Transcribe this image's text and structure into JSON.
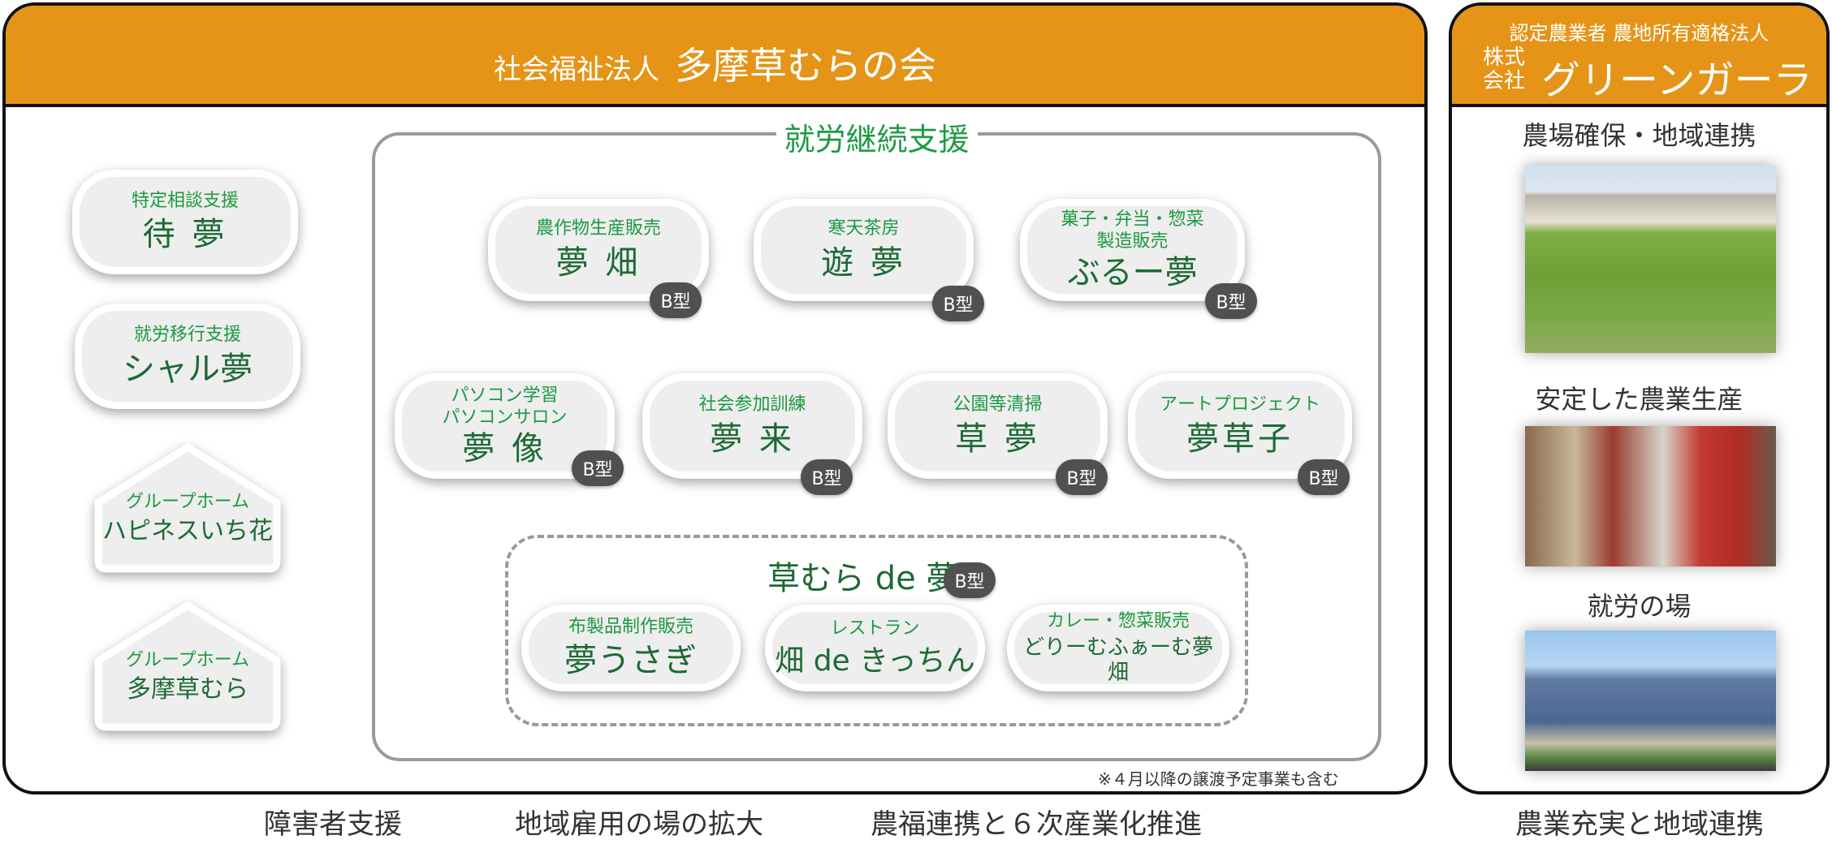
{
  "main_org": {
    "prefix": "社会福祉法人",
    "name": "多摩草むらの会"
  },
  "partner_org": {
    "line1": "認定農業者 農地所有適格法人",
    "prefix_top": "株式",
    "prefix_bottom": "会社",
    "name": "グリーンガーラ"
  },
  "left_services": [
    {
      "label": "特定相談支援",
      "name": "待 夢"
    },
    {
      "label": "就労移行支援",
      "name": "シャル夢"
    },
    {
      "label": "グループホーム",
      "name": "ハピネスいち花"
    },
    {
      "label": "グループホーム",
      "name": "多摩草むら"
    }
  ],
  "continuous_support": {
    "title": "就労継続支援",
    "badge": "B型",
    "row1": [
      {
        "label": "農作物生産販売",
        "name": "夢 畑"
      },
      {
        "label": "寒天茶房",
        "name": "遊 夢"
      },
      {
        "label": "菓子・弁当・惣菜\n製造販売",
        "label1": "菓子・弁当・惣菜",
        "label2": "製造販売",
        "name": "ぶるー夢"
      }
    ],
    "row2": [
      {
        "label1": "パソコン学習",
        "label2": "パソコンサロン",
        "name": "夢 像"
      },
      {
        "label": "社会参加訓練",
        "name": "夢 来"
      },
      {
        "label": "公園等清掃",
        "name": "草 夢"
      },
      {
        "label": "アートプロジェクト",
        "name": "夢草子"
      }
    ],
    "group": {
      "title": "草むら de 夢",
      "items": [
        {
          "label": "布製品制作販売",
          "name": "夢うさぎ"
        },
        {
          "label": "レストラン",
          "name": "畑 de きっちん"
        },
        {
          "label": "カレー・惣菜販売",
          "name": "どりーむふぁーむ夢畑"
        }
      ]
    },
    "note": "※４月以降の譲渡予定事業も含む"
  },
  "partner_sections": [
    {
      "caption": "農場確保・地域連携"
    },
    {
      "caption": "安定した農業生産"
    },
    {
      "caption": "就労の場"
    }
  ],
  "bottom_labels": [
    "障害者支援",
    "地域雇用の場の拡大",
    "農福連携と６次産業化推進",
    "農業充実と地域連携"
  ],
  "colors": {
    "header": "#e59417",
    "green_label": "#1c9a40",
    "green_name": "#1d6a34",
    "badge": "#505050"
  }
}
